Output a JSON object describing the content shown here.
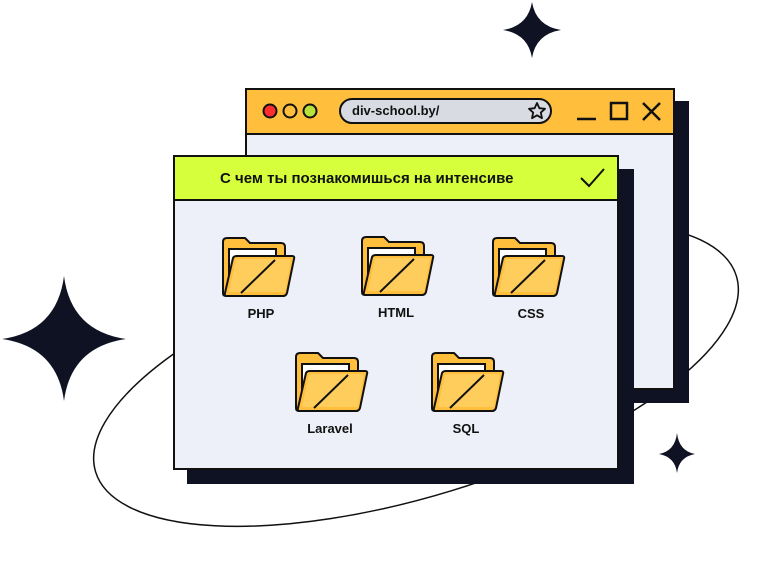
{
  "browser": {
    "url": "div-school.by/",
    "traffic_lights": [
      "#ff2e2e",
      "#ffbf3c",
      "#b7e23a"
    ],
    "titlebar_color": "#ffbf3c"
  },
  "dialog": {
    "title": "С чем ты познакомишься на интенсиве",
    "header_color": "#d6ff3c",
    "folders": [
      {
        "label": "PHP"
      },
      {
        "label": "HTML"
      },
      {
        "label": "CSS"
      },
      {
        "label": "Laravel"
      },
      {
        "label": "SQL"
      }
    ]
  },
  "icons": {
    "sparkles": [
      "sparkle-large-icon",
      "sparkle-top-icon",
      "sparkle-small-icon"
    ],
    "folder": "folder-icon"
  },
  "colors": {
    "ink": "#0e1222",
    "panel": "#edf0f8",
    "folder": "#ffbf3c"
  }
}
